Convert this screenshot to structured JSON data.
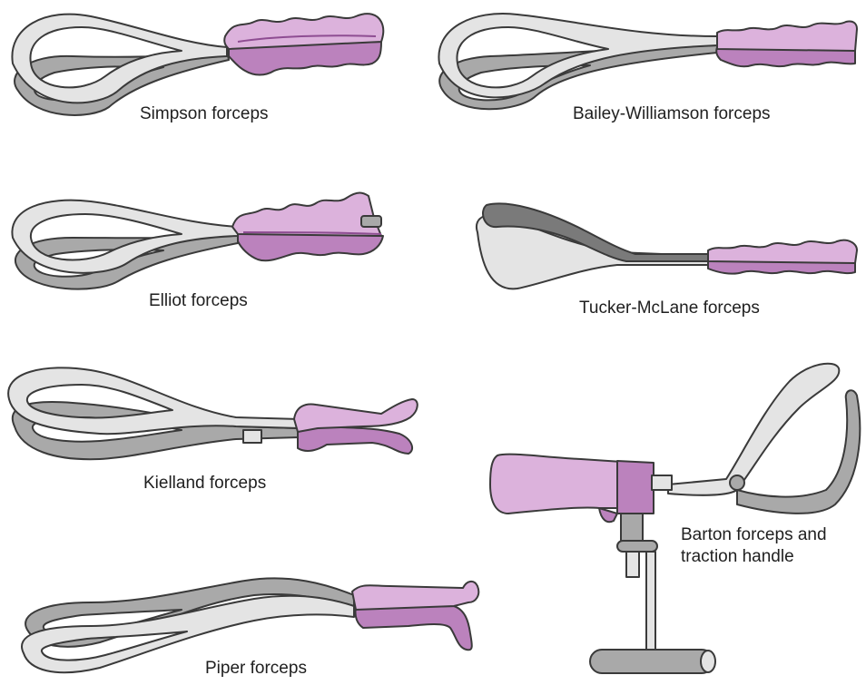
{
  "labels": {
    "simpson": "Simpson forceps",
    "bailey": "Bailey-Williamson forceps",
    "elliot": "Elliot forceps",
    "tucker": "Tucker-McLane forceps",
    "kielland": "Kielland forceps",
    "barton_line1": "Barton forceps and",
    "barton_line2": "traction handle",
    "piper": "Piper forceps"
  },
  "colors": {
    "steel_light": "#e6e6e6",
    "steel_mid": "#a6a6a6",
    "steel_dark": "#6e6e6e",
    "outline": "#3a3a3a",
    "handle": "#dcb4dc",
    "handle_shade": "#b57bb8",
    "handle_dark": "#8e4d92"
  }
}
